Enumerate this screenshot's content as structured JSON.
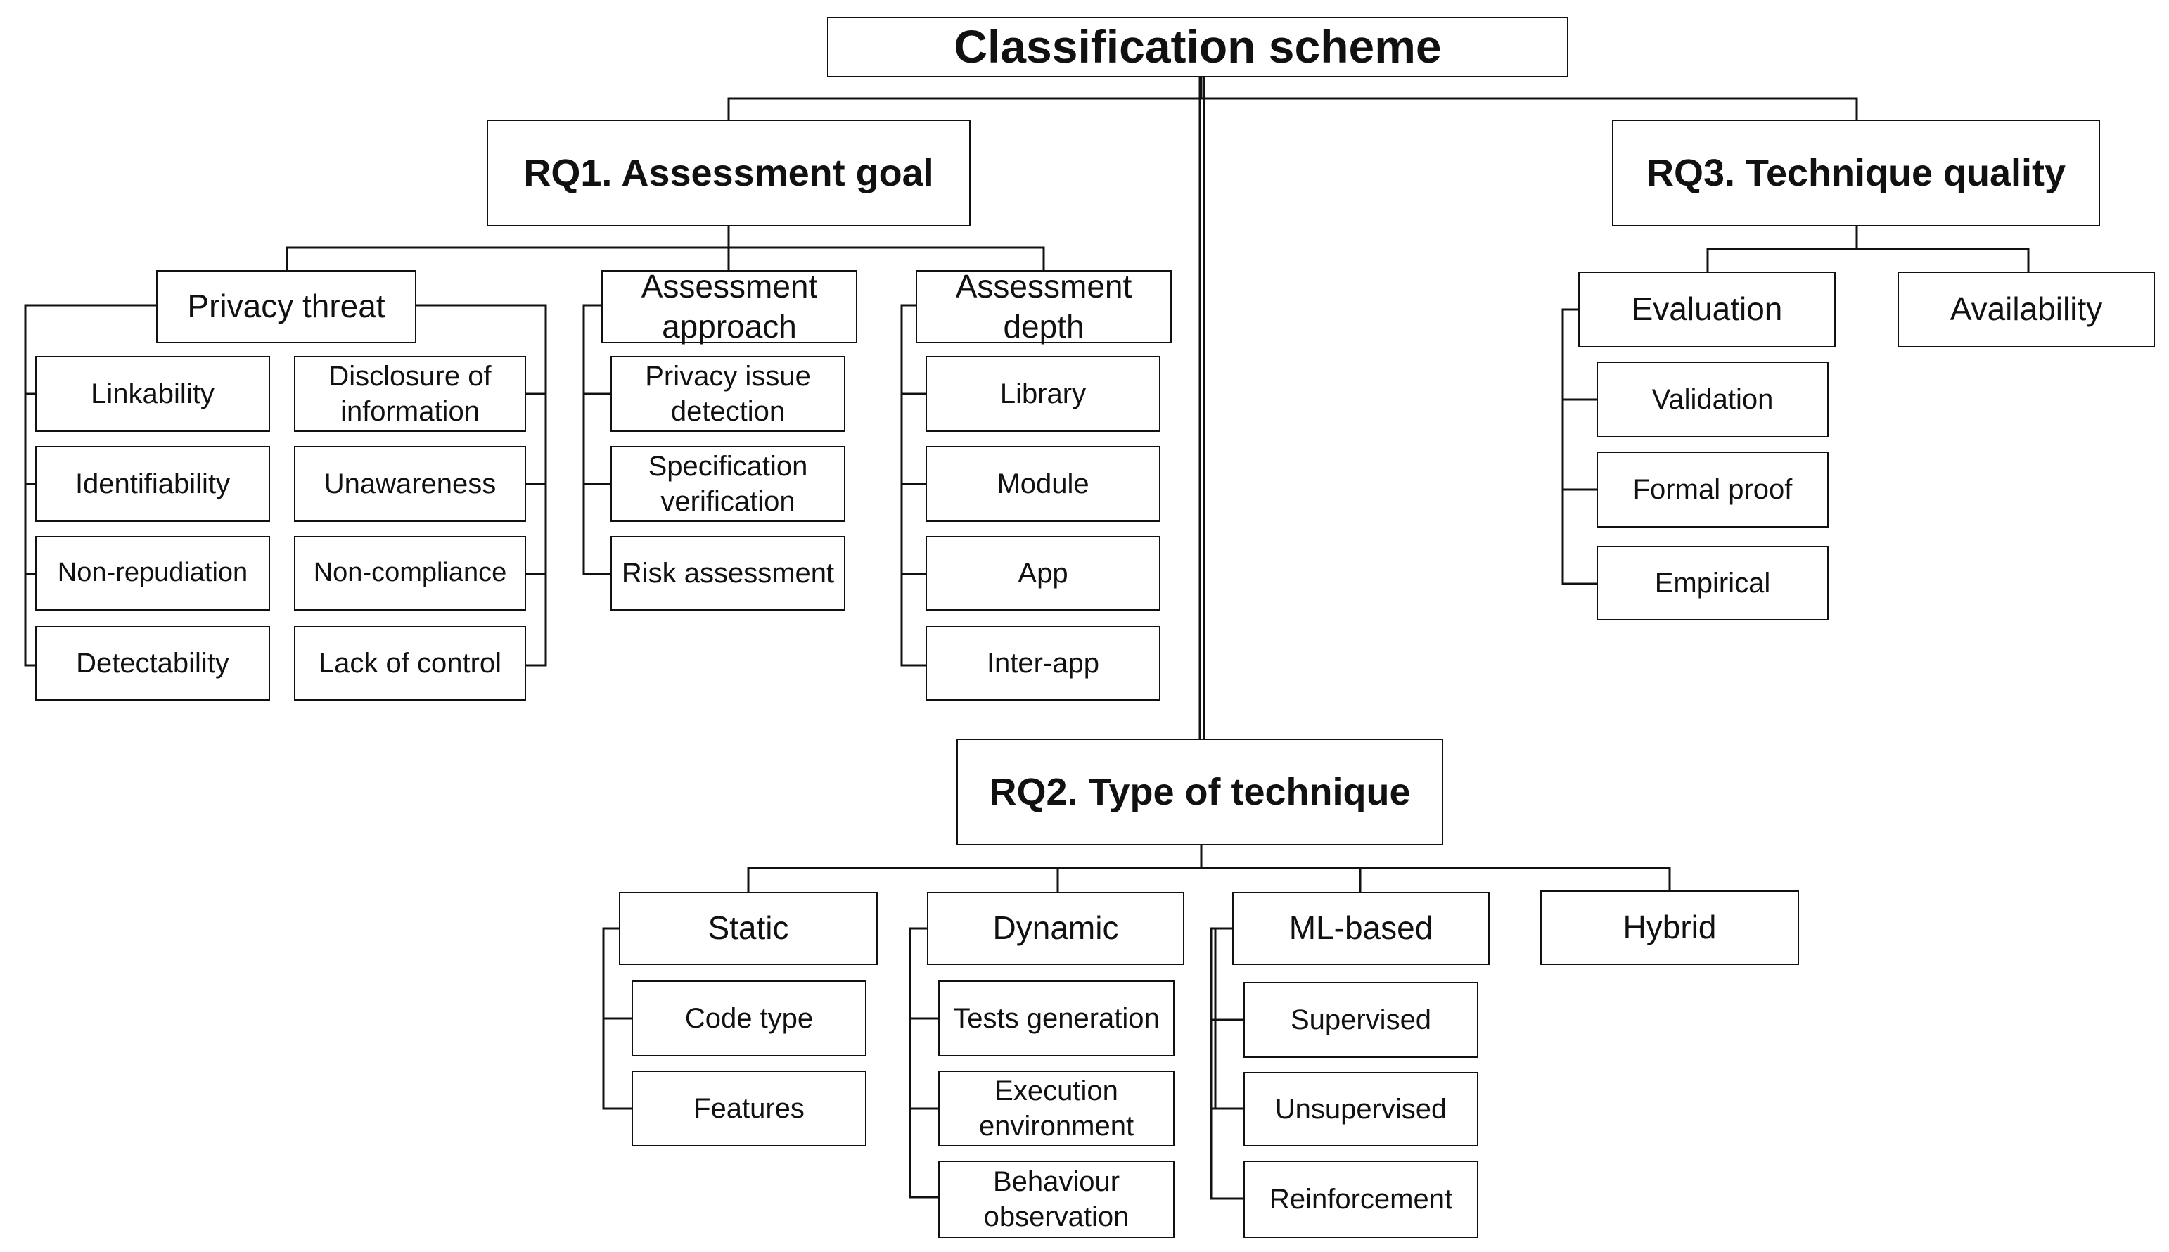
{
  "diagram": {
    "root": "Classification scheme",
    "rq1": {
      "title": "RQ1. Assessment goal",
      "privacy_threat": {
        "label": "Privacy threat",
        "left": [
          "Linkability",
          "Identifiability",
          "Non-repudiation",
          "Detectability"
        ],
        "right": [
          "Disclosure of information",
          "Unawareness",
          "Non-compliance",
          "Lack of control"
        ]
      },
      "assessment_approach": {
        "label": "Assessment approach",
        "items": [
          "Privacy issue detection",
          "Specification verification",
          "Risk assessment"
        ]
      },
      "assessment_depth": {
        "label": "Assessment depth",
        "items": [
          "Library",
          "Module",
          "App",
          "Inter-app"
        ]
      }
    },
    "rq2": {
      "title": "RQ2. Type of technique",
      "static": {
        "label": "Static",
        "items": [
          "Code type",
          "Features"
        ]
      },
      "dynamic": {
        "label": "Dynamic",
        "items": [
          "Tests generation",
          "Execution environment",
          "Behaviour observation"
        ]
      },
      "ml_based": {
        "label": "ML-based",
        "items": [
          "Supervised",
          "Unsupervised",
          "Reinforcement"
        ]
      },
      "hybrid": {
        "label": "Hybrid"
      }
    },
    "rq3": {
      "title": "RQ3. Technique quality",
      "evaluation": {
        "label": "Evaluation",
        "items": [
          "Validation",
          "Formal proof",
          "Empirical"
        ]
      },
      "availability": {
        "label": "Availability"
      }
    }
  }
}
